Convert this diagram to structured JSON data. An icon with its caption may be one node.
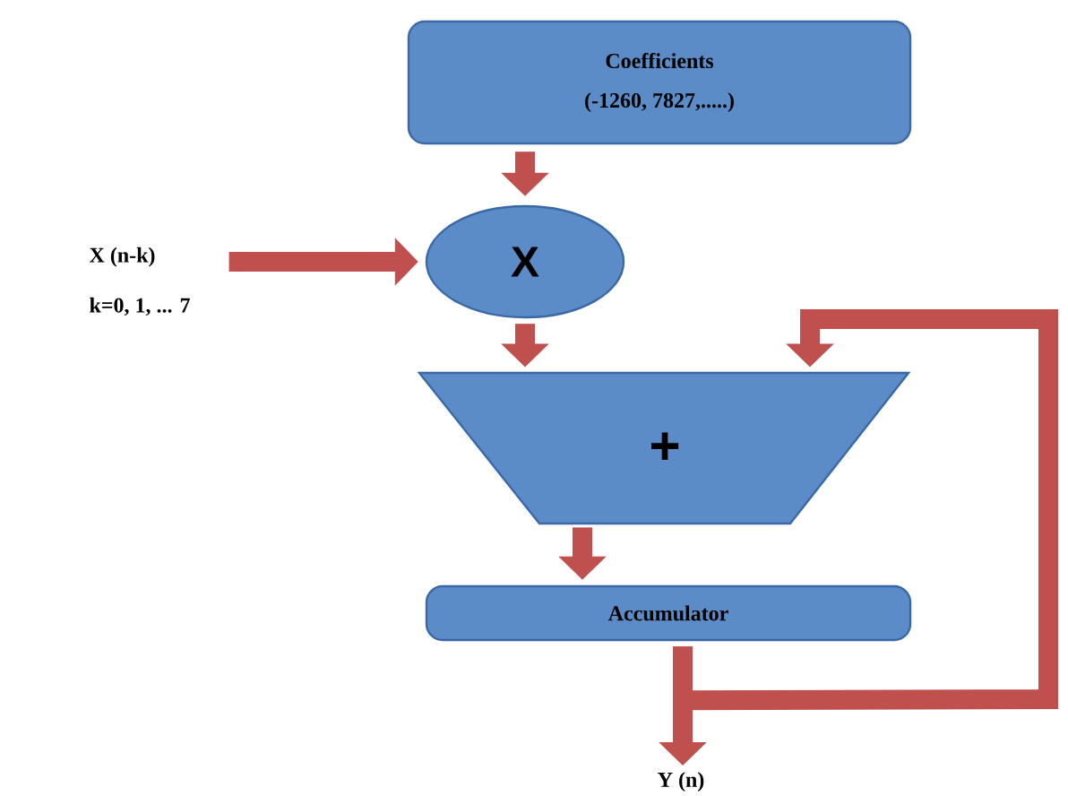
{
  "diagram": {
    "nodes": [
      {
        "text": [
          "Coefficients",
          "(-1260, 7827,.....)"
        ]
      },
      {
        "text": [
          "X (n-k)",
          "k=0, 1, ... 7"
        ]
      },
      {
        "text": [
          "X"
        ]
      },
      {
        "text": [
          "+"
        ]
      },
      {
        "text": [
          "Accumulator"
        ]
      },
      {
        "text": [
          "Y (n)"
        ]
      }
    ],
    "edges": [
      {
        "from": 0,
        "to": 2,
        "arrow": "to"
      },
      {
        "from": 1,
        "to": 2,
        "arrow": "to"
      },
      {
        "from": 2,
        "to": 3,
        "arrow": "to"
      },
      {
        "from": 3,
        "to": 4,
        "arrow": "to"
      },
      {
        "from": 4,
        "to": 5,
        "arrow": "to"
      },
      {
        "from": 4,
        "to": 3,
        "arrow": "to"
      }
    ]
  }
}
